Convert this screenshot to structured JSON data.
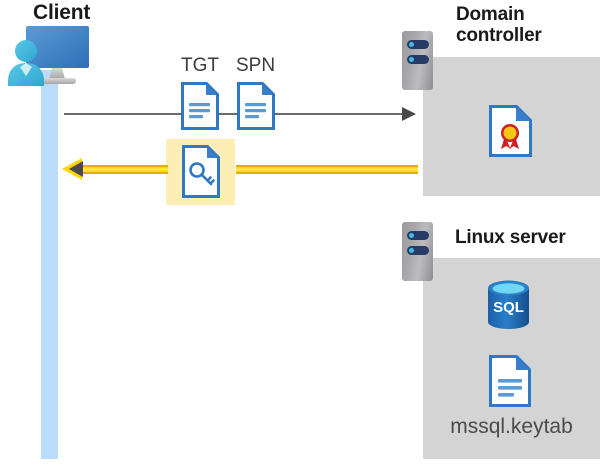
{
  "diagram": {
    "title_client": "Client",
    "title_domain_controller": "Domain\ncontroller",
    "title_domain_controller_line1": "Domain",
    "title_domain_controller_line2": "controller",
    "title_linux_server": "Linux server",
    "keytab_filename": "mssql.keytab",
    "sql_label": "SQL",
    "labels": {
      "tgt": "TGT",
      "spn": "SPN"
    },
    "icons": {
      "client": "user-workstation-icon",
      "tgt_document": "document-icon",
      "spn_document": "document-icon",
      "key_document": "key-document-icon",
      "certificate": "certificate-icon",
      "sql_database": "sql-database-icon",
      "keytab_document": "document-icon",
      "domain_controller_server": "server-icon",
      "linux_server": "server-icon"
    },
    "arrows": {
      "request": "gray-arrow-right",
      "response": "yellow-arrow-left"
    },
    "colors": {
      "lifeline": "#bcdcfb",
      "panel": "#d4d4d4",
      "highlight": "#fdeeb6",
      "arrow_yellow": "#ffd400",
      "arrow_gray": "#4a4a4a",
      "doc_blue": "#2f78c4",
      "sql_blue": "#1b6fba",
      "cert_gold": "#f5c518",
      "cert_red": "#cc1f1f",
      "title_text": "#1a1a1a",
      "label_text": "#4a4a4a"
    }
  }
}
